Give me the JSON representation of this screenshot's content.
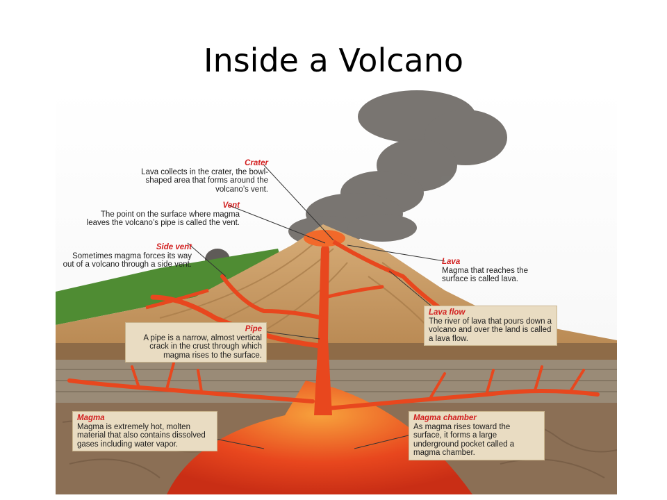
{
  "slide": {
    "title": "Inside a Volcano"
  },
  "callouts": {
    "crater": {
      "title": "Crater",
      "body": "Lava collects in the crater, the bowl-shaped area that forms around the volcano’s vent."
    },
    "vent": {
      "title": "Vent",
      "body": "The point on the surface where magma leaves the volcano’s pipe is called the vent."
    },
    "sidevent": {
      "title": "Side vent",
      "body": "Sometimes magma forces its way out of a volcano through a side vent."
    },
    "lava": {
      "title": "Lava",
      "body": "Magma that reaches the surface is called lava."
    },
    "lavaflow": {
      "title": "Lava flow",
      "body": "The river of lava that pours down a volcano and over the land is called a lava flow."
    },
    "pipe": {
      "title": "Pipe",
      "body": "A pipe is a narrow, almost vertical crack in the crust through which magma rises to the surface."
    },
    "magma": {
      "title": "Magma",
      "body": "Magma is extremely hot, molten material that also contains dissolved gases including water vapor."
    },
    "chamber": {
      "title": "Magma chamber",
      "body": "As magma rises toward the surface, it forms a large underground pocket called a magma chamber."
    }
  },
  "colors": {
    "accent": "#d21e1e",
    "lava": "#e8471e",
    "rock": "#c79a66",
    "smoke": "#6e6a66",
    "grass": "#4f8c33"
  }
}
